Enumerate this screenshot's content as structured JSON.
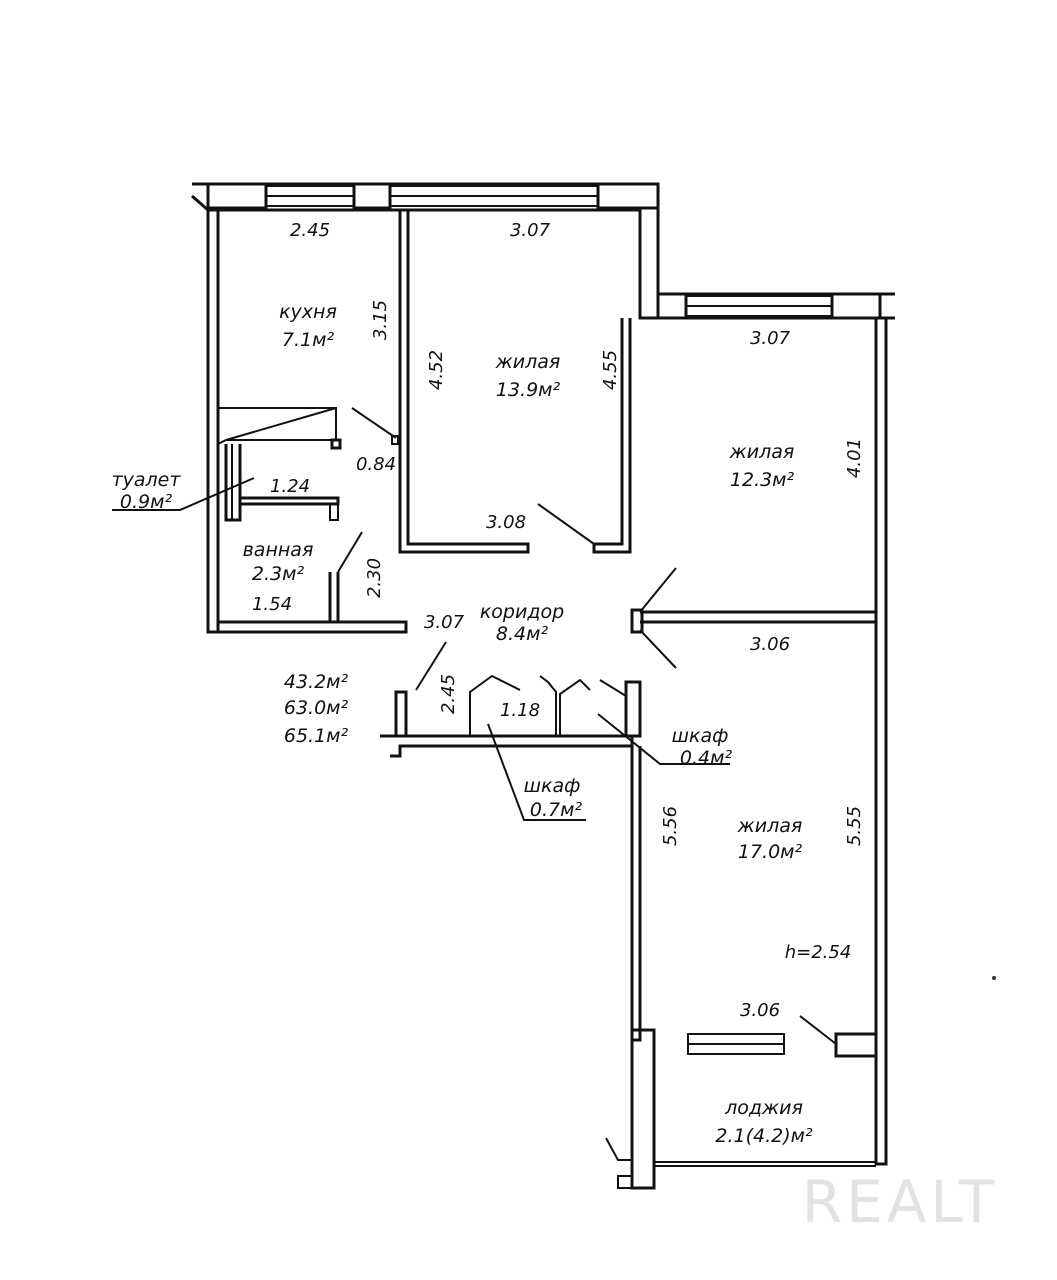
{
  "rooms": {
    "kitchen": {
      "name": "кухня",
      "area": "7.1м²"
    },
    "living1": {
      "name": "жилая",
      "area": "13.9м²"
    },
    "living2": {
      "name": "жилая",
      "area": "12.3м²"
    },
    "living3": {
      "name": "жилая",
      "area": "17.0м²"
    },
    "toilet": {
      "name": "туалет",
      "area": "0.9м²"
    },
    "bath": {
      "name": "ванная",
      "area": "2.3м²"
    },
    "corridor": {
      "name": "коридор",
      "area": "8.4м²"
    },
    "closet1": {
      "name": "шкаф",
      "area": "0.4м²"
    },
    "closet2": {
      "name": "шкаф",
      "area": "0.7м²"
    },
    "loggia": {
      "name": "лоджия",
      "area": "2.1(4.2)м²"
    }
  },
  "dimensions": {
    "kitchen_width": "2.45",
    "kitchen_depth": "3.15",
    "living1_width": "3.07",
    "living1_left": "4.52",
    "living1_right": "4.55",
    "living1_bottom": "3.08",
    "living2_width": "3.07",
    "living2_depth": "4.01",
    "living3_width": "3.06",
    "living3_left": "5.56",
    "living3_right": "5.55",
    "living3_bottom": "3.06",
    "door_width": "0.84",
    "toilet_width": "1.24",
    "bath_height": "2.30",
    "bath_width": "1.54",
    "corridor_width": "3.07",
    "corridor_depth": "2.45",
    "closet_width": "1.18",
    "ceiling_height": "h=2.54"
  },
  "totals": {
    "living_area": "43.2м²",
    "total_area": "63.0м²",
    "total_with_loggia": "65.1м²"
  },
  "watermark": "REALT"
}
